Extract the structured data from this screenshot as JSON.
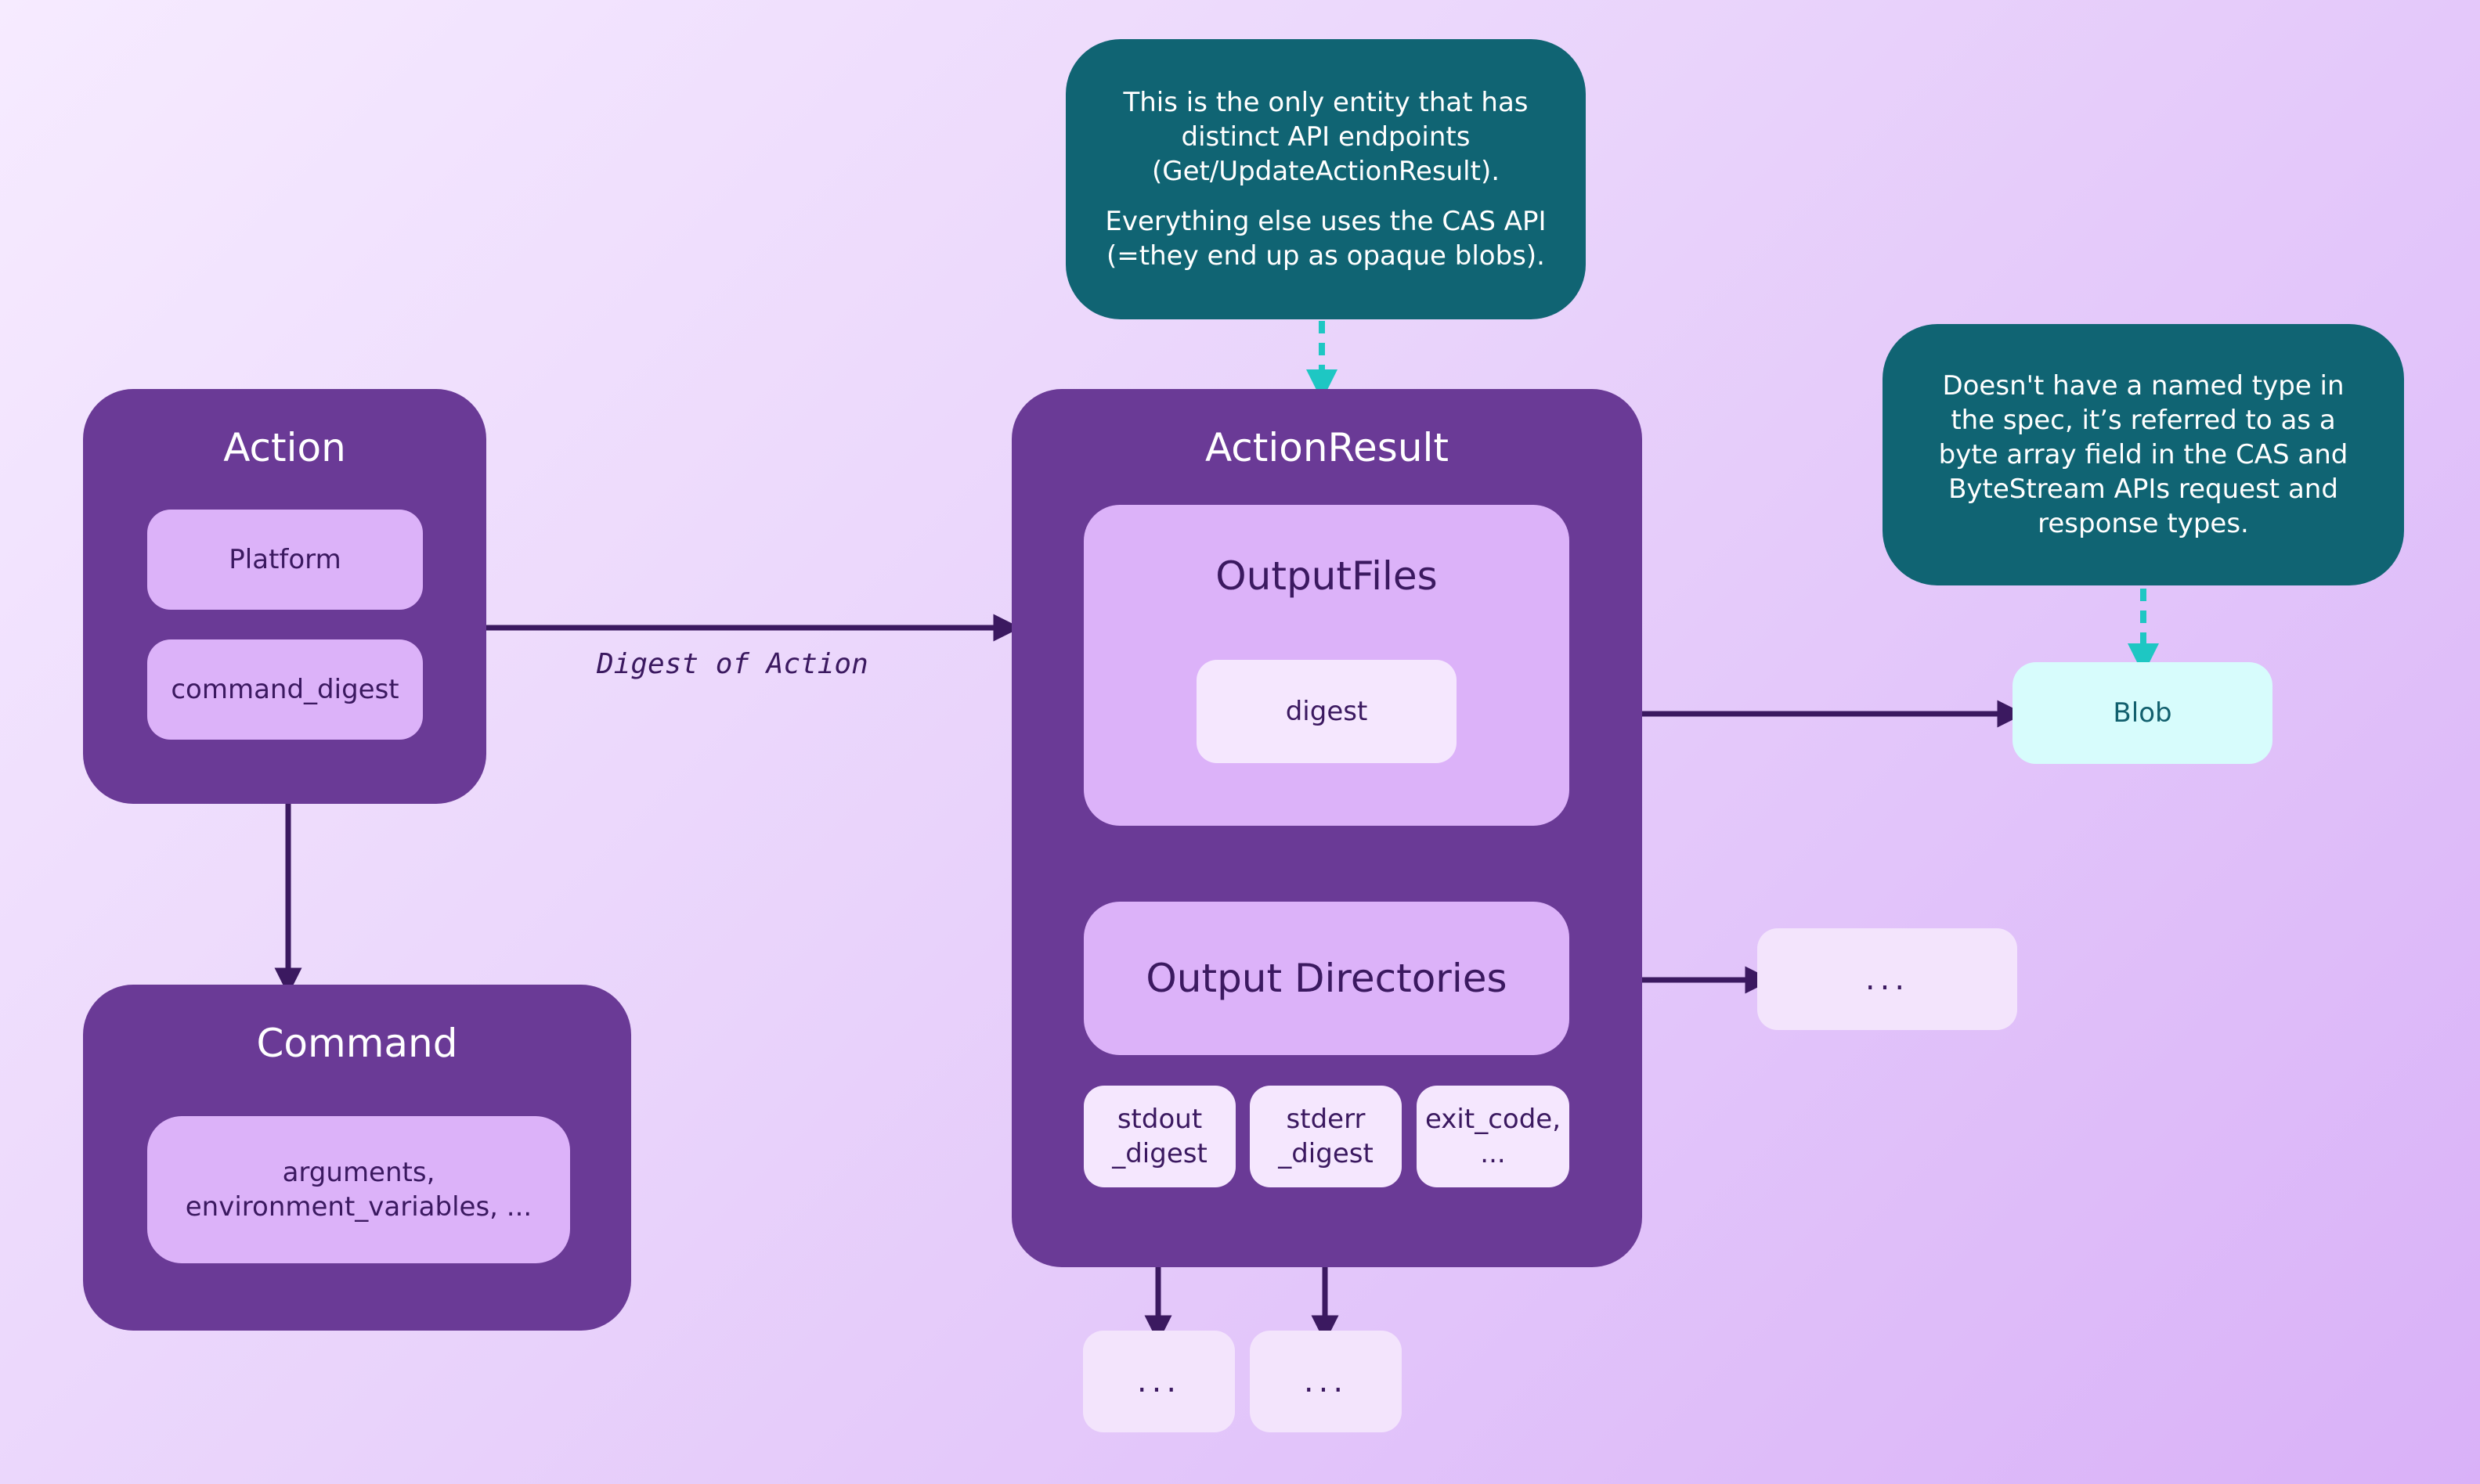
{
  "notes": {
    "action_result": {
      "line1": "This is the only entity that has distinct API endpoints (Get/UpdateActionResult).",
      "line2": "Everything else uses the CAS API (=they end up as opaque blobs)."
    },
    "blob": {
      "text": "Doesn't have a named type in the spec, it’s referred to as a byte array field in the CAS and ByteStream APIs request and response types."
    }
  },
  "action": {
    "title": "Action",
    "fields": [
      "Platform",
      "command_digest"
    ]
  },
  "command": {
    "title": "Command",
    "fields": [
      "arguments, environment_variables, ..."
    ]
  },
  "edge_label": "Digest of Action",
  "action_result": {
    "title": "ActionResult",
    "output_files": {
      "title": "OutputFiles",
      "field": "digest"
    },
    "output_directories": {
      "title": "Output Directories"
    },
    "fields": [
      "stdout _digest",
      "stderr _digest",
      "exit_code, ..."
    ]
  },
  "blob": {
    "label": "Blob"
  },
  "placeholders": [
    "...",
    "...",
    "..."
  ],
  "colors": {
    "container": "#6a3a96",
    "inner": "#dcb2f9",
    "note": "#106473",
    "arrow": "#3b1960",
    "dashed_arrow": "#1ec7c3",
    "blob": "#d7fcfc"
  }
}
